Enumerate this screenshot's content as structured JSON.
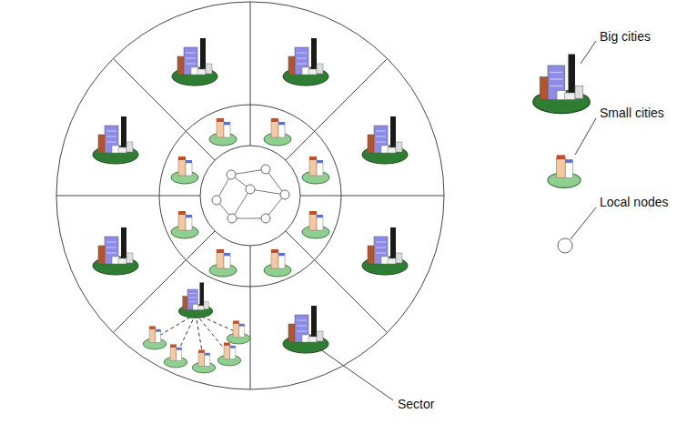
{
  "diagram": {
    "labels": [
      "Sector"
    ],
    "legend": [
      {
        "text": "Big cities"
      },
      {
        "text": "Small cities"
      },
      {
        "text": "Local nodes"
      }
    ]
  }
}
